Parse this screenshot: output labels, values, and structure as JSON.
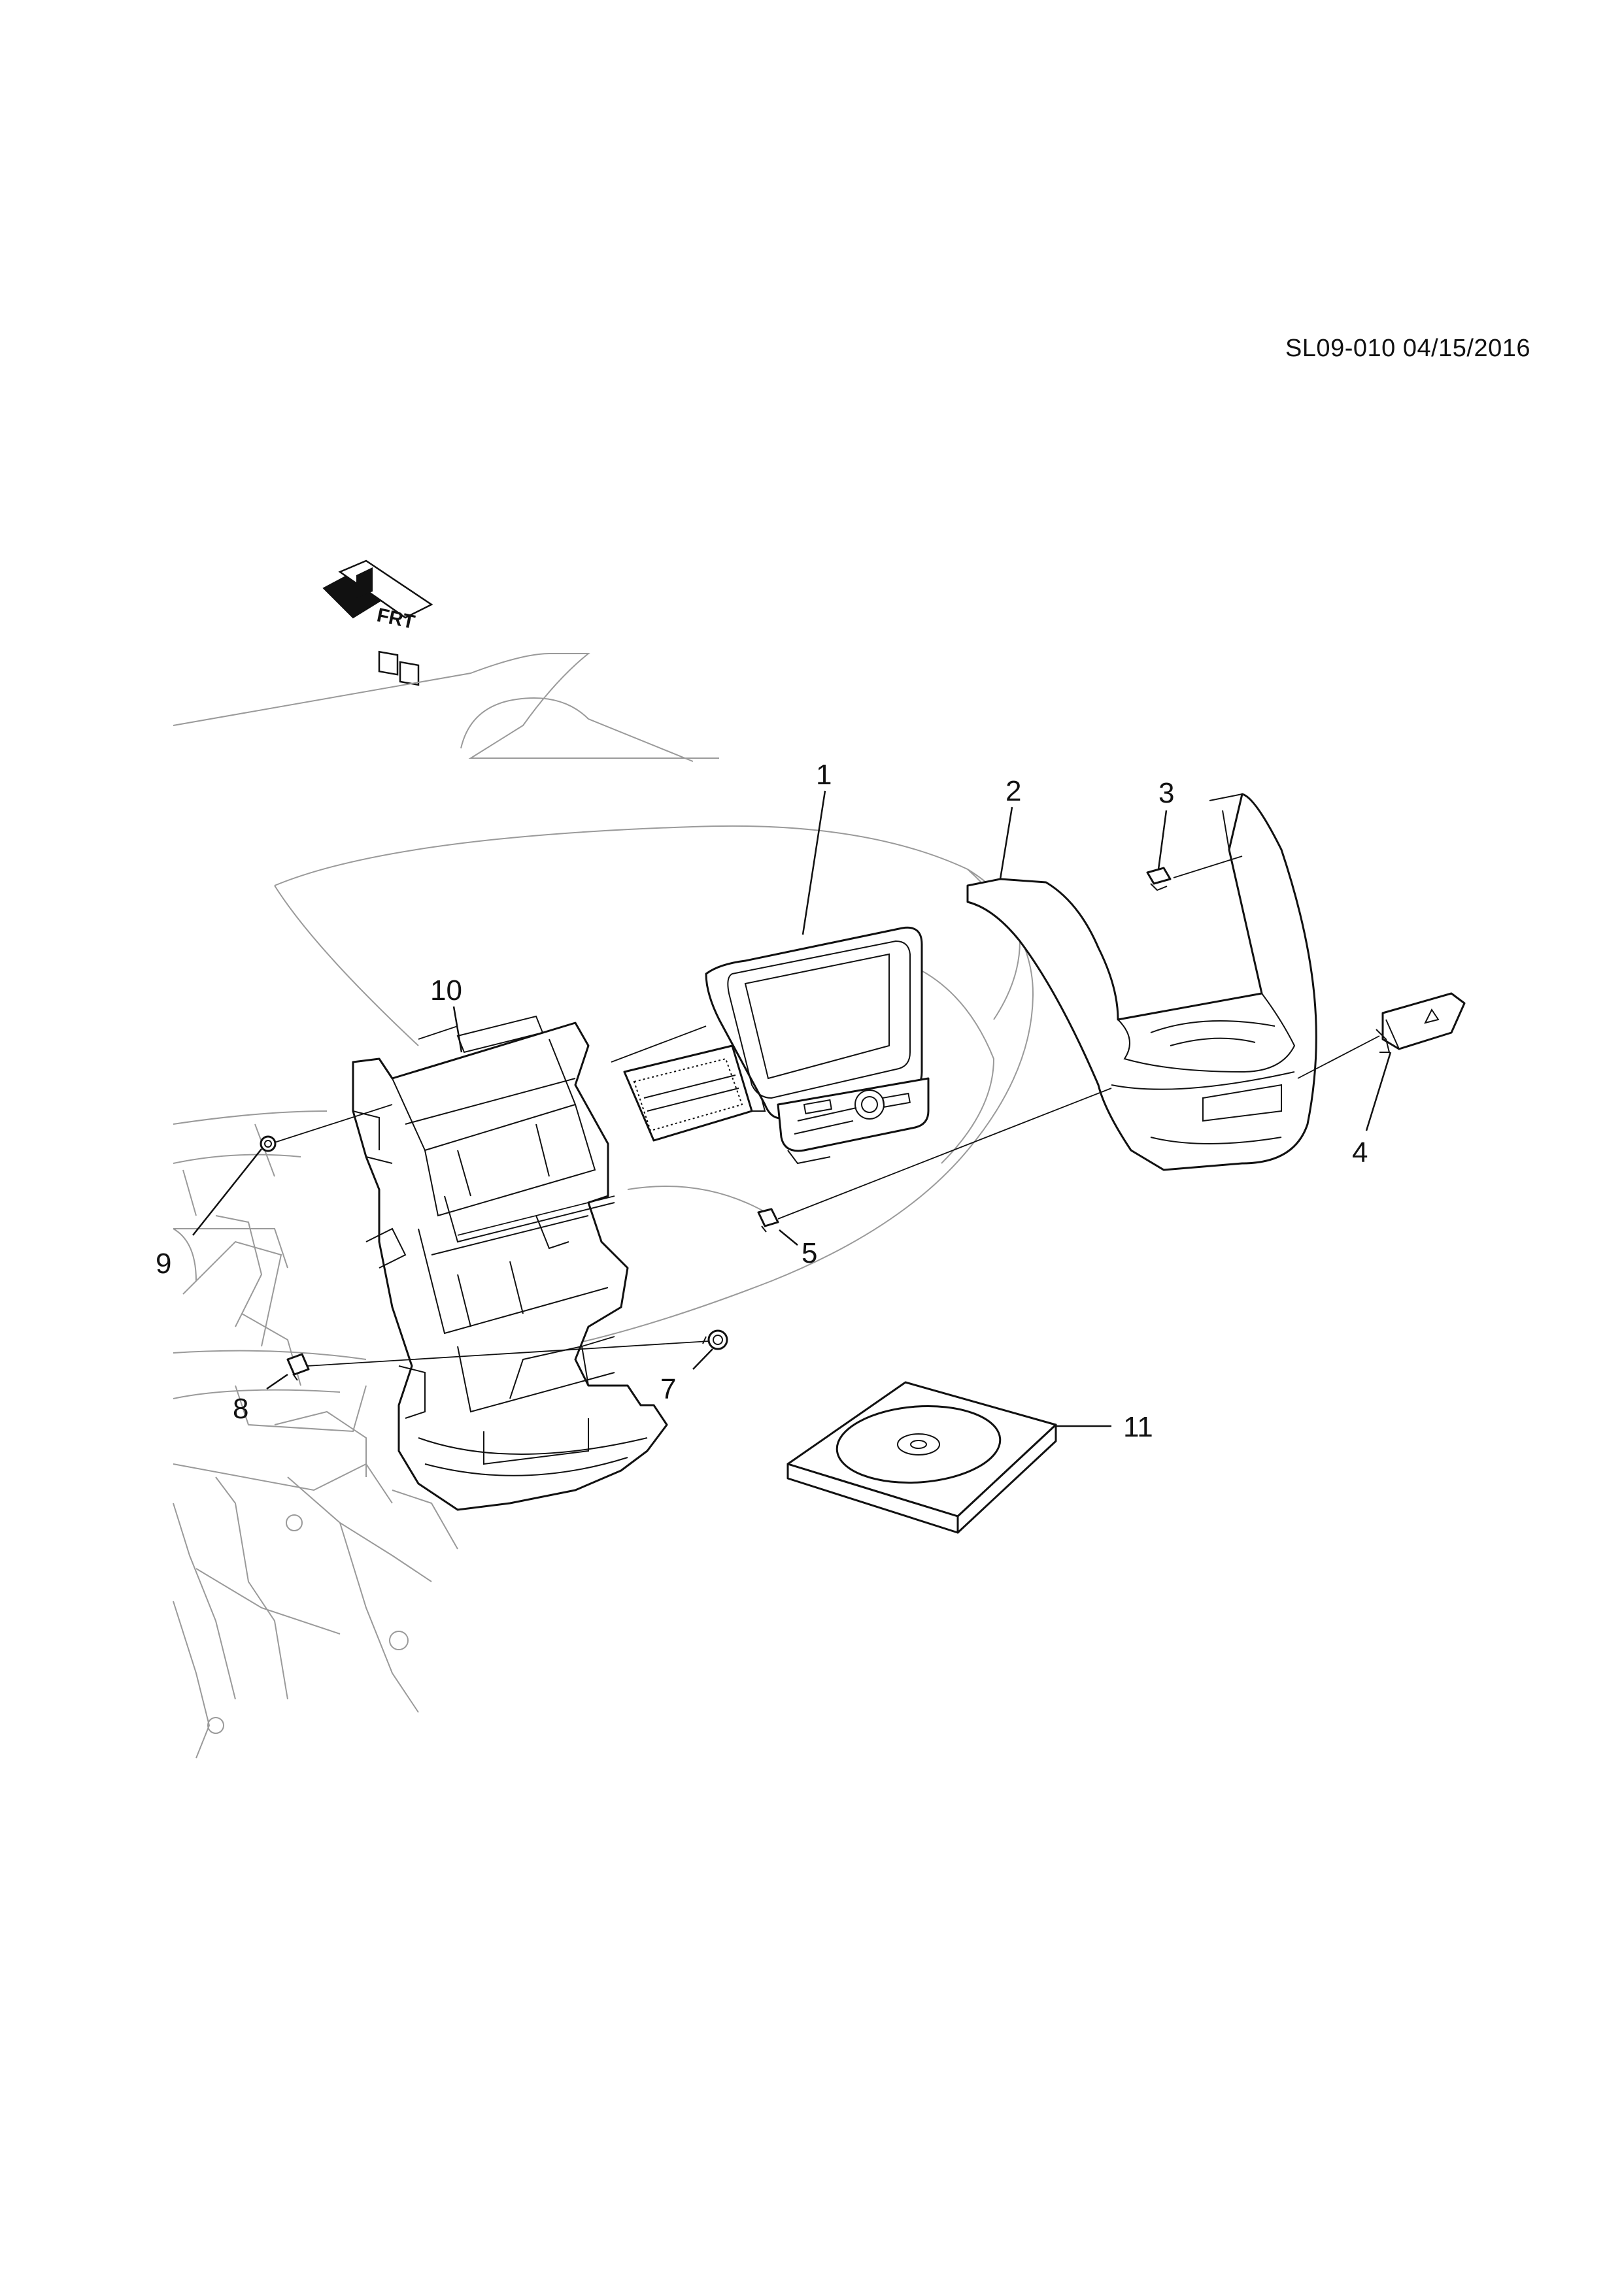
{
  "document": {
    "drawing_id": "SL09-010 04/15/2016"
  },
  "orientation_badge": {
    "text": "FRT",
    "icon": "front-direction-arrow-icon"
  },
  "callouts": {
    "c1": "1",
    "c2": "2",
    "c3": "3",
    "c4": "4",
    "c5": "5",
    "c7": "7",
    "c8": "8",
    "c9": "9",
    "c10": "10",
    "c11": "11"
  },
  "parts": [
    {
      "callout": "1",
      "icon": "infotainment-display-unit-icon"
    },
    {
      "callout": "2",
      "icon": "center-console-trim-bezel-icon"
    },
    {
      "callout": "3",
      "icon": "retainer-clip-icon"
    },
    {
      "callout": "4",
      "icon": "hazard-warning-switch-icon"
    },
    {
      "callout": "5",
      "icon": "clip-nut-icon"
    },
    {
      "callout": "7",
      "icon": "bolt-icon"
    },
    {
      "callout": "8",
      "icon": "clip-nut-icon"
    },
    {
      "callout": "9",
      "icon": "bolt-icon"
    },
    {
      "callout": "10",
      "icon": "mounting-bracket-icon"
    },
    {
      "callout": "11",
      "icon": "software-disc-icon"
    }
  ]
}
